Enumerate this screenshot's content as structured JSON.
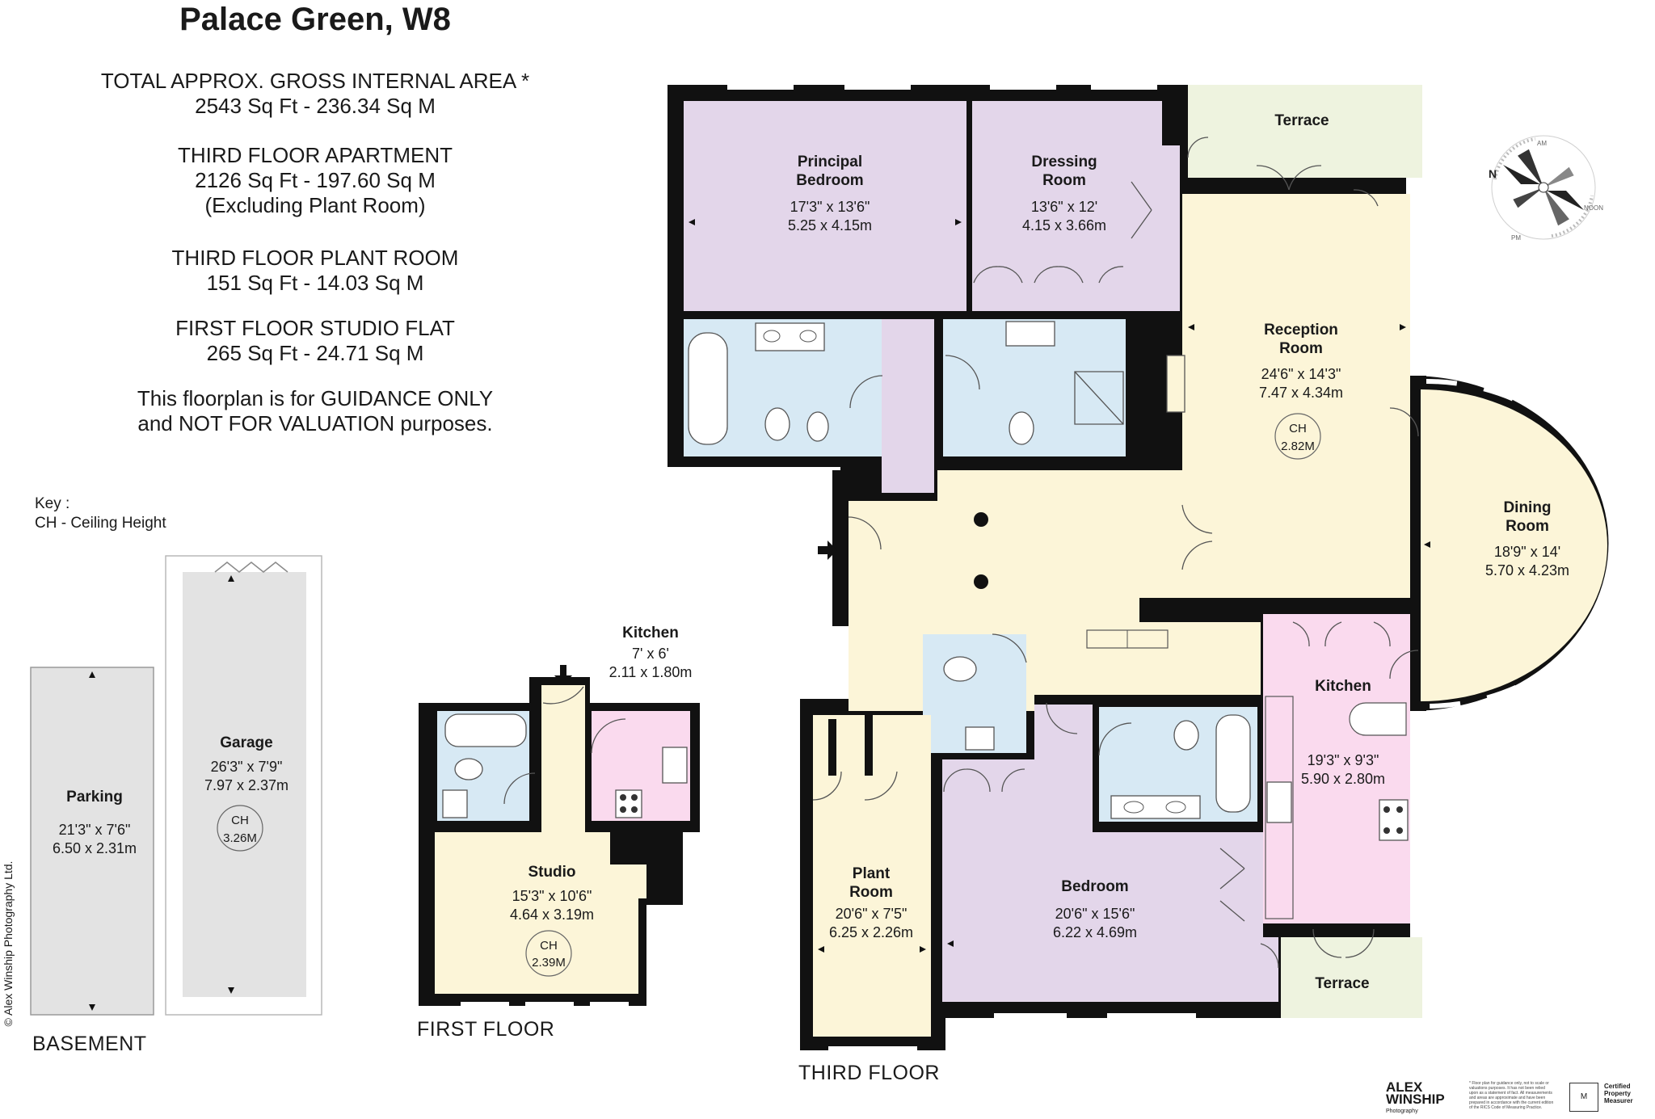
{
  "title": "Palace Green, W8",
  "areas": [
    {
      "line1": "TOTAL  APPROX. GROSS INTERNAL  AREA *",
      "line2": "2543 Sq Ft  -  236.34 Sq M"
    },
    {
      "line1": "THIRD FLOOR APARTMENT",
      "line2": "2126 Sq Ft  -  197.60 Sq M",
      "line3": "(Excluding Plant Room)"
    },
    {
      "line1": "THIRD FLOOR PLANT ROOM",
      "line2": "151 Sq Ft  - 14.03 Sq M"
    },
    {
      "line1": "FIRST FLOOR STUDIO FLAT",
      "line2": "265 Sq Ft  - 24.71 Sq M"
    }
  ],
  "guidance": {
    "line1": "This floorplan is for GUIDANCE ONLY",
    "line2": "and NOT FOR VALUATION purposes."
  },
  "key": {
    "heading": "Key :",
    "item": "CH - Ceiling Height"
  },
  "credit": "© Alex Winship Photography Ltd.",
  "floors": {
    "basement": "BASEMENT",
    "first": "FIRST FLOOR",
    "third": "THIRD FLOOR"
  },
  "rooms": {
    "parking": {
      "name": "Parking",
      "imperial": "21'3\" x 7'6\"",
      "metric": "6.50 x 2.31m"
    },
    "garage": {
      "name": "Garage",
      "imperial": "26'3\" x 7'9\"",
      "metric": "7.97 x 2.37m",
      "ch_label": "CH",
      "ch_value": "3.26M"
    },
    "studio_kitchen": {
      "name": "Kitchen",
      "imperial": "7' x 6'",
      "metric": "2.11 x 1.80m"
    },
    "studio": {
      "name": "Studio",
      "imperial": "15'3\" x 10'6\"",
      "metric": "4.64 x 3.19m",
      "ch_label": "CH",
      "ch_value": "2.39M"
    },
    "principal_bedroom": {
      "name1": "Principal",
      "name2": "Bedroom",
      "imperial": "17'3\" x 13'6\"",
      "metric": "5.25 x 4.15m"
    },
    "dressing_room": {
      "name1": "Dressing",
      "name2": "Room",
      "imperial": "13'6\" x 12'",
      "metric": "4.15 x 3.66m"
    },
    "terrace_top": {
      "name": "Terrace"
    },
    "reception": {
      "name1": "Reception",
      "name2": "Room",
      "imperial": "24'6\" x 14'3\"",
      "metric": "7.47 x 4.34m",
      "ch_label": "CH",
      "ch_value": "2.82M"
    },
    "dining": {
      "name1": "Dining",
      "name2": "Room",
      "imperial": "18'9\" x 14'",
      "metric": "5.70 x 4.23m"
    },
    "kitchen": {
      "name": "Kitchen",
      "imperial": "19'3\" x 9'3\"",
      "metric": "5.90 x 2.80m"
    },
    "plant_room": {
      "name1": "Plant",
      "name2": "Room",
      "imperial": "20'6\" x 7'5\"",
      "metric": "6.25 x 2.26m"
    },
    "bedroom": {
      "name": "Bedroom",
      "imperial": "20'6\" x 15'6\"",
      "metric": "6.22 x 4.69m"
    },
    "terrace_bottom": {
      "name": "Terrace"
    }
  },
  "compass": {
    "am": "AM",
    "pm": "PM",
    "noon": "NOON",
    "n": "N"
  },
  "logo": {
    "line1": "ALEX",
    "line2": "WINSHIP",
    "line3": "Photography"
  },
  "badge": {
    "line1": "Certified",
    "line2": "Property",
    "line3": "Measurer"
  },
  "disclaimer": "* Floor plan for guidance only, not to scale or valuations purposes. It has not been relied upon as a statement of fact. All measurements and areas are approximate and have been prepared in accordance with the current edition of the RICS Code of Measuring Practice.",
  "colors": {
    "wall": "#111111",
    "bedroom": "#e3d6ea",
    "bathroom": "#d7e9f4",
    "living": "#fcf5d8",
    "kitchen": "#fadaee",
    "terrace": "#eef3df",
    "garage": "#e3e3e3"
  }
}
